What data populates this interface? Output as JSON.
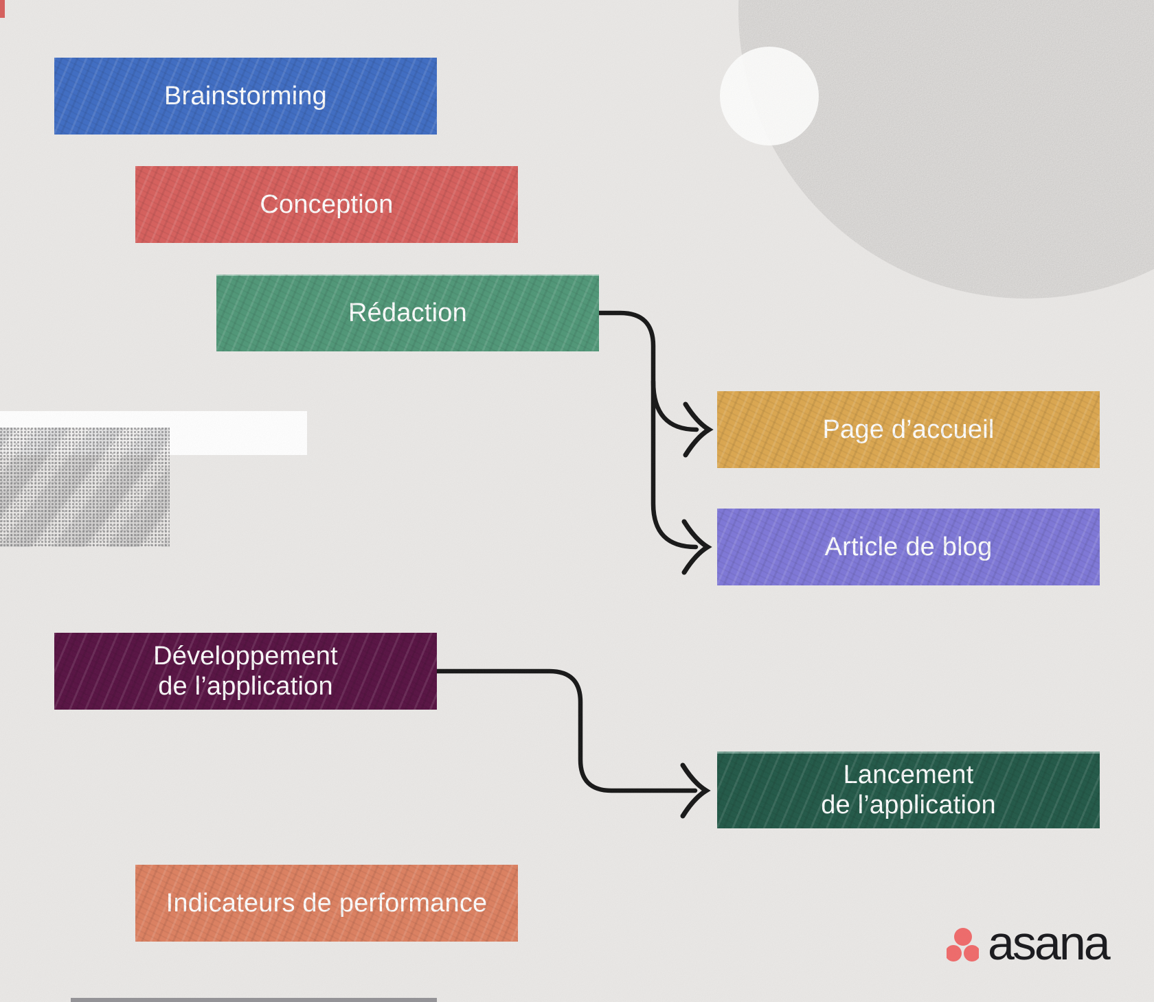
{
  "diagram": {
    "title": "Gantt dependency diagram",
    "background_color": "#eae8e6",
    "arrow_color": "#161616",
    "bars": [
      {
        "id": "brainstorming",
        "label": "Brainstorming",
        "color": "#3e6cc3",
        "text_color": "#ffffff"
      },
      {
        "id": "conception",
        "label": "Conception",
        "color": "#d75f5c",
        "text_color": "#ffffff"
      },
      {
        "id": "redaction",
        "label": "Rédaction",
        "color": "#4f9777",
        "text_color": "#ffffff"
      },
      {
        "id": "page-accueil",
        "label": "Page d’accueil",
        "color": "#dca74f",
        "text_color": "#ffffff"
      },
      {
        "id": "article-blog",
        "label": "Article de blog",
        "color": "#7e77d8",
        "text_color": "#ffffff"
      },
      {
        "id": "developpement",
        "label": "Développement de l’application",
        "lines": [
          "Développement",
          "de l’application"
        ],
        "color": "#571142",
        "text_color": "#ffffff"
      },
      {
        "id": "lancement",
        "label": "Lancement de l’application",
        "lines": [
          "Lancement",
          "de l’application"
        ],
        "color": "#215847",
        "text_color": "#ffffff"
      },
      {
        "id": "indicateurs",
        "label": "Indicateurs de performance",
        "color": "#dd8060",
        "text_color": "#ffffff"
      }
    ],
    "dependencies": [
      {
        "from": "Rédaction",
        "to": [
          "Page d’accueil",
          "Article de blog"
        ]
      },
      {
        "from": "Développement de l’application",
        "to": [
          "Lancement de l’application"
        ]
      }
    ],
    "logo": {
      "text": "asana",
      "text_color": "#17171b",
      "dot_color": "#f06a6a"
    }
  }
}
